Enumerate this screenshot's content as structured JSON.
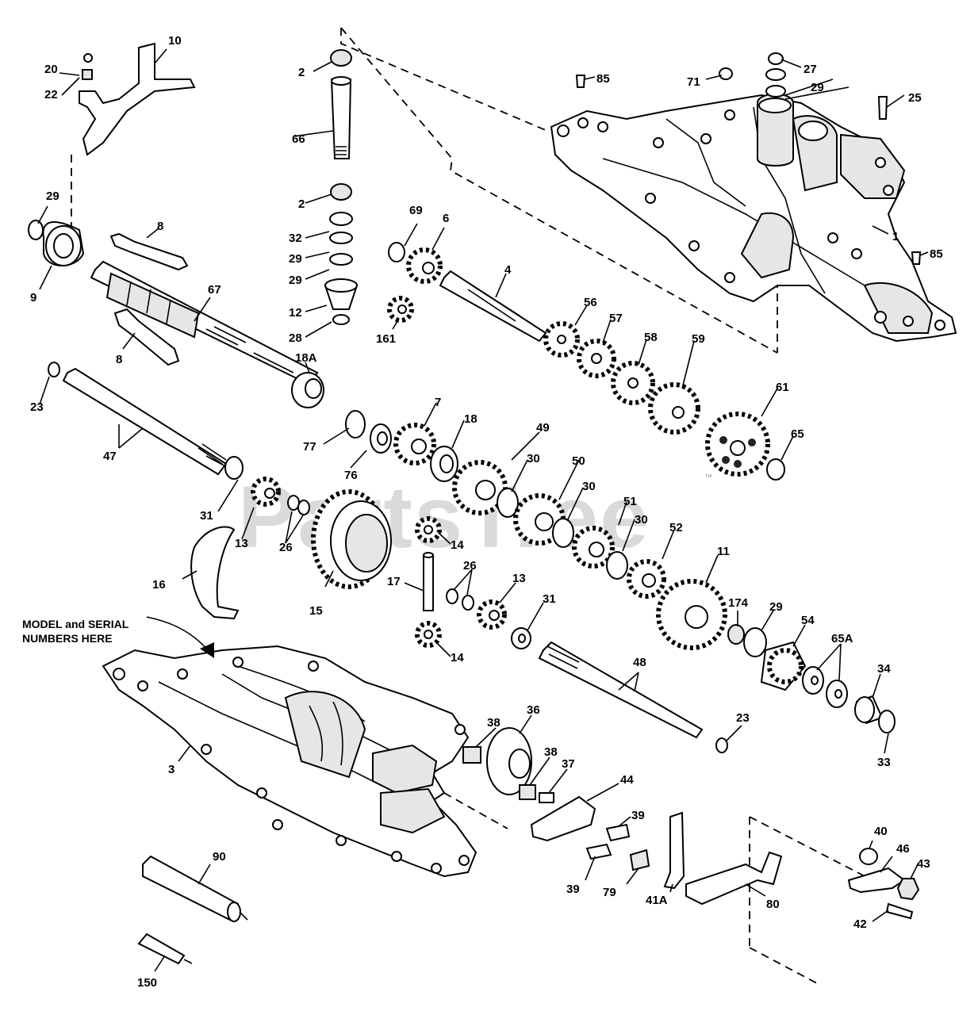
{
  "callouts": {
    "c1": "1",
    "c2a": "2",
    "c2b": "2",
    "c3": "3",
    "c4": "4",
    "c6": "6",
    "c7": "7",
    "c8a": "8",
    "c8b": "8",
    "c9": "9",
    "c10": "10",
    "c11": "11",
    "c12": "12",
    "c13a": "13",
    "c13b": "13",
    "c14a": "14",
    "c14b": "14",
    "c15": "15",
    "c16": "16",
    "c17": "17",
    "c18": "18",
    "c18a": "18A",
    "c20": "20",
    "c22": "22",
    "c23a": "23",
    "c23b": "23",
    "c25": "25",
    "c26a": "26",
    "c26b": "26",
    "c27": "27",
    "c28": "28",
    "c29a": "29",
    "c29b": "29",
    "c29c": "29",
    "c29d": "29",
    "c29e": "29",
    "c30a": "30",
    "c30b": "30",
    "c30c": "30",
    "c31a": "31",
    "c31b": "31",
    "c32": "32",
    "c33": "33",
    "c34": "34",
    "c36": "36",
    "c37": "37",
    "c38a": "38",
    "c38b": "38",
    "c39a": "39",
    "c39b": "39",
    "c40": "40",
    "c41a": "41A",
    "c42": "42",
    "c43": "43",
    "c44": "44",
    "c46": "46",
    "c47": "47",
    "c48": "48",
    "c49": "49",
    "c50": "50",
    "c51": "51",
    "c52": "52",
    "c54": "54",
    "c56": "56",
    "c57": "57",
    "c58": "58",
    "c59": "59",
    "c61": "61",
    "c65": "65",
    "c65a": "65A",
    "c66": "66",
    "c67": "67",
    "c69": "69",
    "c71": "71",
    "c76": "76",
    "c77": "77",
    "c79": "79",
    "c80": "80",
    "c85a": "85",
    "c85b": "85",
    "c90": "90",
    "c150": "150",
    "c161": "161",
    "c174": "174"
  },
  "note": {
    "line1": "MODEL and SERIAL",
    "line2": "NUMBERS HERE"
  },
  "watermark": {
    "text": "PartsTree",
    "tm": "™"
  }
}
